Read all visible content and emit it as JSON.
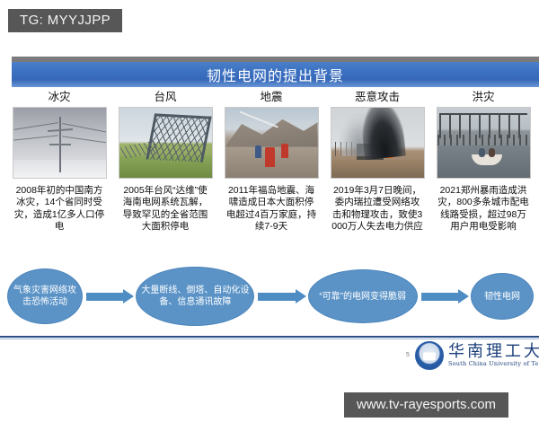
{
  "watermark_top": "TG: MYYJJPP",
  "watermark_bottom": "www.tv-rayesports.com",
  "slide": {
    "title": "韧性电网的提出背景",
    "page_number": "5",
    "cards": [
      {
        "header": "冰灾",
        "photo": "ice-covered-transmission-tower-photo",
        "text": "2008年初的中国南方冰灾，14个省同时受灾，造成1亿多人口停电"
      },
      {
        "header": "台风",
        "photo": "collapsed-pylon-photo",
        "text": "2005年台风“达维”使海南电网系统瓦解，导致罕见的全省范围大面积停电"
      },
      {
        "header": "地震",
        "photo": "earthquake-rescue-photo",
        "text": "2011年福岛地震、海啸造成日本大面积停电超过4百万家庭，持续7-9天"
      },
      {
        "header": "恶意攻击",
        "photo": "substation-fire-photo",
        "text": "2019年3月7日晚间，委内瑞拉遭受网络攻击和物理攻击，致使3000万人失去电力供应"
      },
      {
        "header": "洪灾",
        "photo": "flooded-substation-photo",
        "text": "2021郑州暴雨造成洪灾，800多条城市配电线路受损，超过98万用户用电受影响"
      }
    ],
    "flow": {
      "nodes": [
        "气象灾害网络攻击恐怖活动",
        "大量断线、倒塔、自动化设备、信息通讯故障",
        "“可靠”的电网变得脆弱",
        "韧性电网"
      ]
    },
    "logo": {
      "name_cn": "华南理工大学",
      "name_en": "South China University of Technology"
    }
  },
  "colors": {
    "title_blue": "#3a6fc0",
    "node_blue": "#5b93c7",
    "arrow_blue": "#4e8cc4",
    "divider_blue": "#2a4e86",
    "watermark_gray": "#575757"
  }
}
